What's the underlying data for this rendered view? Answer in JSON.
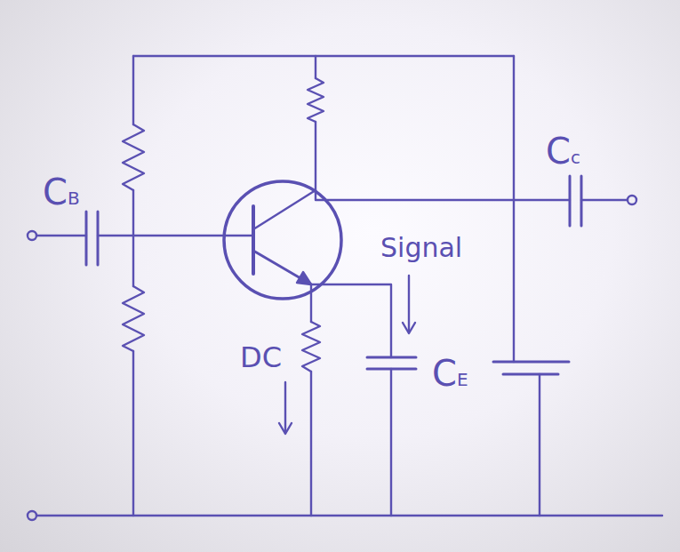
{
  "diagram": {
    "labels": [
      "Cc",
      "CB",
      "Signal",
      "DC",
      "CE"
    ]
  }
}
